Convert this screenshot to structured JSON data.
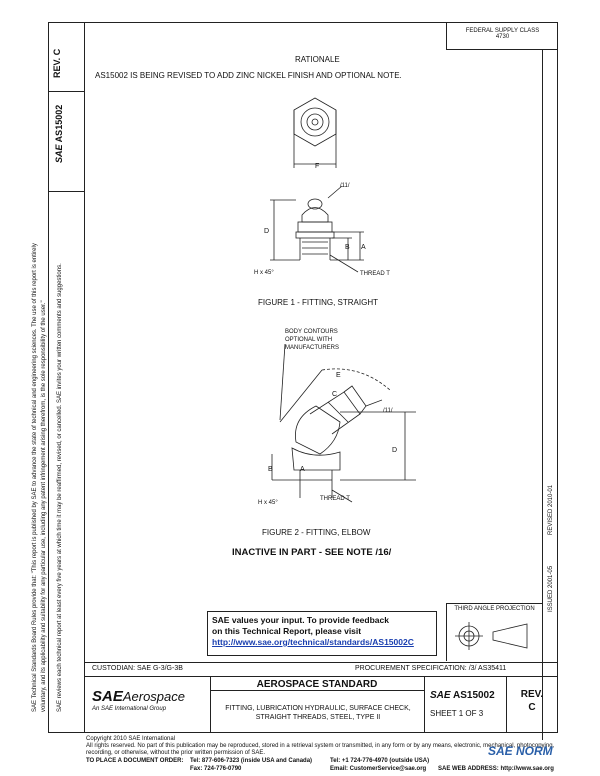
{
  "header": {
    "rev_label": "REV.",
    "rev_value": "C",
    "doc_number_left": "AS15002",
    "federal_code": "FEDERAL SUPPLY CLASS",
    "federal_code_num": "4730"
  },
  "rationale": {
    "title": "RATIONALE",
    "text": "AS15002 IS BEING REVISED TO ADD ZINC NICKEL FINISH AND OPTIONAL NOTE."
  },
  "figure1": {
    "caption": "FIGURE 1 - FITTING, STRAIGHT",
    "labels": {
      "F": "F",
      "D": "D",
      "B": "B",
      "A": "A",
      "thread": "THREAD T",
      "hex": "H x 45°",
      "note": "/11/"
    }
  },
  "figure2": {
    "caption": "FIGURE 2 - FITTING, ELBOW",
    "body_note_1": "BODY CONTOURS",
    "body_note_2": "OPTIONAL WITH",
    "body_note_3": "MANUFACTURERS",
    "labels": {
      "C": "C",
      "E": "E",
      "D": "D",
      "B": "B",
      "A": "A",
      "thread": "THREAD T",
      "hex": "H x 45°",
      "note": "/11/"
    }
  },
  "inactive_note": "INACTIVE IN PART - SEE NOTE /16/",
  "left_margin": {
    "line1": "SAE Technical Standards Board Rules provide that: \"This report is published by SAE to advance the state of technical and engineering sciences. The use of this report is entirely",
    "line2": "voluntary, and its applicability and suitability for any particular use, including any patent infringement arising therefrom, is the sole responsibility of the user.\"",
    "line3": "SAE reviews each technical report at least every five years at which time it may be reaffirmed, revised, or cancelled. SAE invites your written comments and suggestions."
  },
  "right_margin": {
    "issued": "ISSUED 2001-05",
    "revised": "REVISED 2010-01"
  },
  "feedback": {
    "line1": "SAE values your input. To provide feedback",
    "line2": "on this Technical Report, please visit",
    "url": "http://www.sae.org/technical/standards/AS15002C"
  },
  "third_angle": "THIRD ANGLE PROJECTION",
  "custodian": "CUSTODIAN: SAE G-3/G-3B",
  "procurement": "PROCUREMENT SPECIFICATION: /3/ AS35411",
  "title_block": {
    "logo_sae": "SAE",
    "logo_aero": "Aerospace",
    "logo_sub": "An SAE International Group",
    "standard": "AEROSPACE STANDARD",
    "desc1": "FITTING, LUBRICATION HYDRAULIC, SURFACE CHECK,",
    "desc2": "STRAIGHT THREADS, STEEL, TYPE II",
    "sae_small": "SAE",
    "doc_number": "AS15002",
    "sheet": "SHEET 1 OF 3",
    "rev_label": "REV.",
    "rev_value": "C"
  },
  "footer": {
    "copyright": "Copyright 2010 SAE International",
    "rights": "All rights reserved. No part of this publication may be reproduced, stored in a retrieval system or transmitted, in any form or by any means, electronic, mechanical, photocopying,",
    "rights2": "recording, or otherwise, without the prior written permission of SAE.",
    "order_label": "TO PLACE A DOCUMENT ORDER:",
    "tel1": "Tel: 877-606-7323 (inside USA and Canada)",
    "tel2": "Tel: +1 724-776-4970 (outside USA)",
    "fax": "Fax: 724-776-0790",
    "email": "Email: CustomerService@sae.org",
    "web": "SAE WEB ADDRESS: http://www.sae.org"
  },
  "watermark": "SAE NORM"
}
